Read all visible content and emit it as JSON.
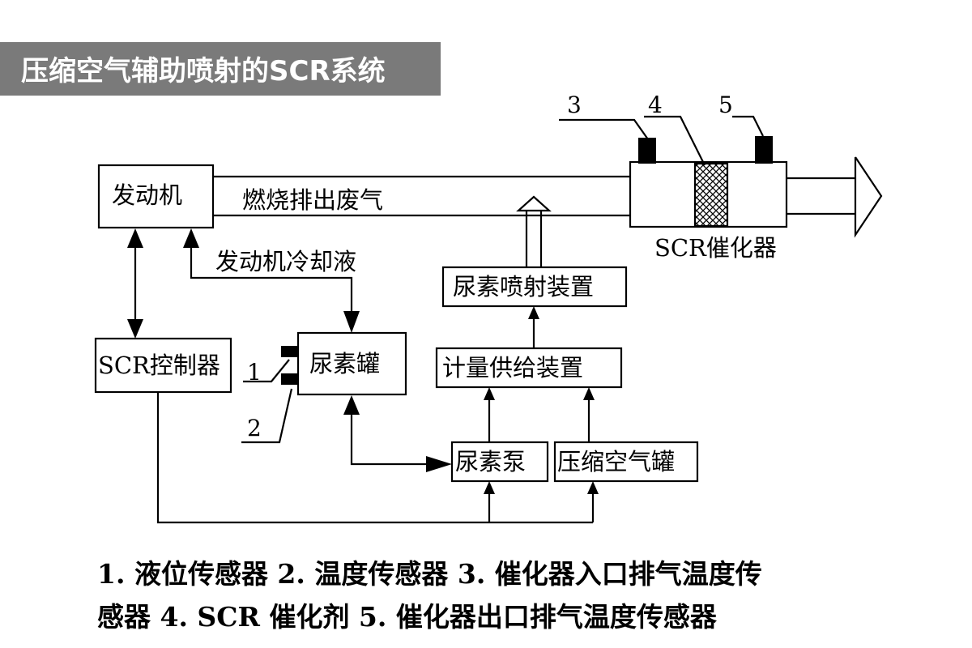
{
  "title": "压缩空气辅助喷射的SCR系统",
  "blocks": {
    "engine": "发动机",
    "scr_controller": "SCR控制器",
    "urea_tank": "尿素罐",
    "urea_injector": "尿素喷射装置",
    "metering": "计量供给装置",
    "urea_pump": "尿素泵",
    "air_tank": "压缩空气罐"
  },
  "labels": {
    "exhaust": "燃烧排出废气",
    "coolant": "发动机冷却液",
    "catalyst": "SCR催化器",
    "n1": "1",
    "n2": "2",
    "n3": "3",
    "n4": "4",
    "n5": "5"
  },
  "caption": {
    "line1": "1. 液位传感器 2. 温度传感器 3. 催化器入口排气温度传",
    "line2": "感器 4. SCR 催化剂 5. 催化器出口排气温度传感器"
  }
}
